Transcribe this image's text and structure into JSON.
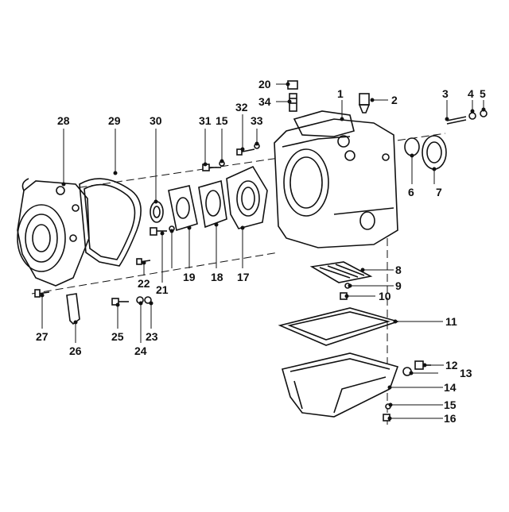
{
  "callouts": [
    "1",
    "2",
    "3",
    "4",
    "5",
    "6",
    "7",
    "8",
    "9",
    "10",
    "11",
    "12",
    "13",
    "14",
    "15",
    "16",
    "17",
    "18",
    "19",
    "20",
    "21",
    "22",
    "23",
    "24",
    "25",
    "26",
    "27",
    "28",
    "29",
    "30",
    "31",
    "15",
    "32",
    "33",
    "34"
  ]
}
